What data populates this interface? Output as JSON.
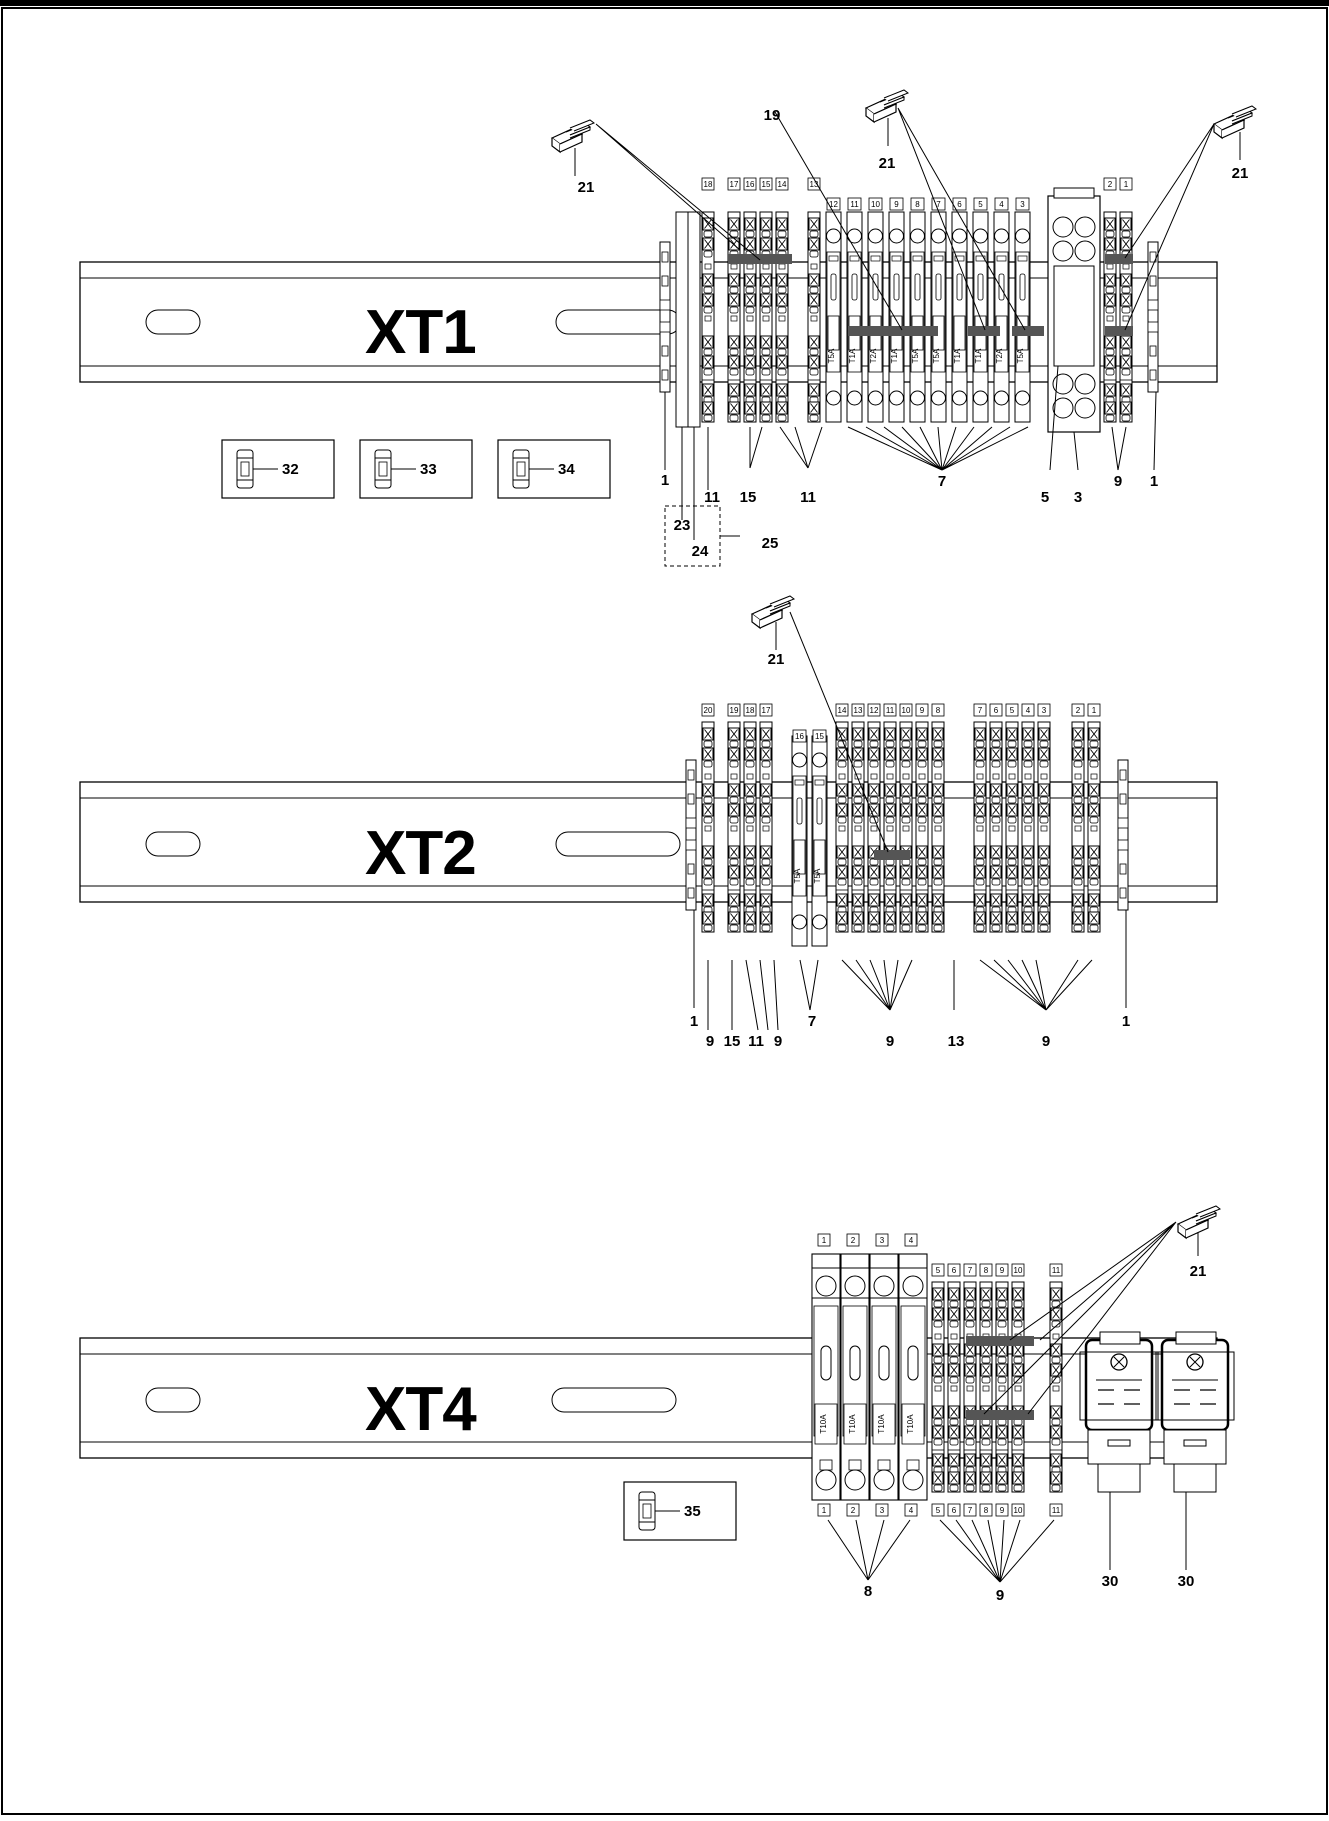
{
  "rails": [
    {
      "id": "xt1",
      "title": "XT1",
      "top_numbers": [
        "18",
        "17",
        "16",
        "15",
        "14",
        "13",
        "12",
        "11",
        "10",
        "9",
        "8",
        "7",
        "6",
        "5",
        "4",
        "3",
        "2",
        "1"
      ],
      "fuse_labels": [
        "T5A",
        "T1A",
        "T2A",
        "T1A",
        "T5A",
        "T5A",
        "T1A",
        "T1A",
        "T2A",
        "T5A"
      ],
      "callouts": [
        "1",
        "23",
        "24",
        "25",
        "11",
        "15",
        "11",
        "7",
        "5",
        "3",
        "9",
        "1",
        "19",
        "21",
        "21",
        "21"
      ],
      "spare_fuses": [
        "32",
        "33",
        "34"
      ]
    },
    {
      "id": "xt2",
      "title": "XT2",
      "top_numbers": [
        "20",
        "19",
        "18",
        "17",
        "16",
        "15",
        "14",
        "13",
        "12",
        "11",
        "10",
        "9",
        "8",
        "7",
        "6",
        "5",
        "4",
        "3",
        "2",
        "1"
      ],
      "fuse_labels": [
        "T5A",
        "T5A"
      ],
      "callouts": [
        "1",
        "9",
        "15",
        "11",
        "9",
        "7",
        "9",
        "13",
        "9",
        "1",
        "21"
      ]
    },
    {
      "id": "xt4",
      "title": "XT4",
      "top_numbers": [
        "1",
        "2",
        "3",
        "4",
        "5",
        "6",
        "7",
        "8",
        "9",
        "10",
        "11"
      ],
      "bottom_numbers": [
        "1",
        "2",
        "3",
        "4",
        "5",
        "6",
        "7",
        "8",
        "9",
        "10",
        "11"
      ],
      "fuse_labels": [
        "T10A",
        "T10A",
        "T10A",
        "T10A"
      ],
      "callouts": [
        "8",
        "9",
        "30",
        "30",
        "21"
      ],
      "spare_fuses": [
        "35"
      ]
    }
  ]
}
